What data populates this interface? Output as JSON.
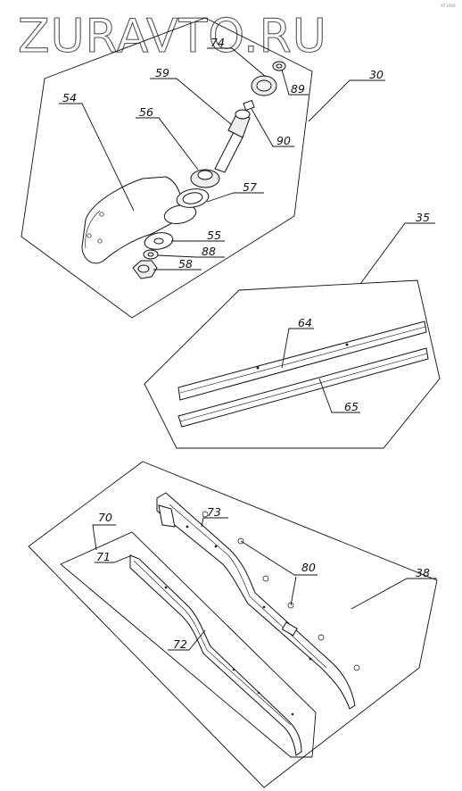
{
  "watermark": "ZURAVTO.RU",
  "corner_note": "АТ 1604",
  "callouts": {
    "n30": "30",
    "n35": "35",
    "n38": "38",
    "n54": "54",
    "n55": "55",
    "n56": "56",
    "n57": "57",
    "n58": "58",
    "n59": "59",
    "n64": "64",
    "n65": "65",
    "n70": "70",
    "n71": "71",
    "n72": "72",
    "n73": "73",
    "n74": "74",
    "n80": "80",
    "n88": "88",
    "n89": "89",
    "n90": "90"
  }
}
